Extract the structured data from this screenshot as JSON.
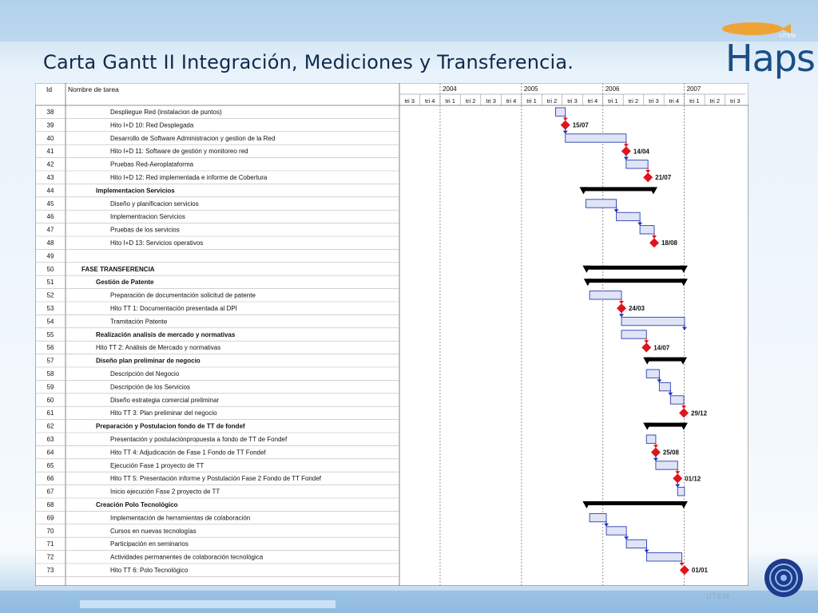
{
  "slide": {
    "title": "Carta Gantt II  Integración, Mediciones  y Transferencia.",
    "logo": "Haps",
    "logo_tag": "UTEM",
    "seal_text": "UTEM"
  },
  "chart_data": {
    "type": "gantt",
    "columns": {
      "id": "Id",
      "name": "Nombre de tarea"
    },
    "years": [
      "2004",
      "2005",
      "2006",
      "2007"
    ],
    "quarter_labels": [
      "tri 3",
      "tri 4",
      "tri 1",
      "tri 2",
      "tri 3",
      "tri 4",
      "tri 1",
      "tri 2",
      "tri 3",
      "tri 4",
      "tri 1",
      "tri 2",
      "tri 3",
      "tri 4",
      "tri 1",
      "tri 2",
      "tri 3"
    ],
    "time_axis": {
      "start": "2003-07-01",
      "end": "2007-10-01"
    },
    "tasks": [
      {
        "id": "38",
        "name": "Despliegue Red (instalacion de puntos)",
        "level": 2,
        "kind": "task",
        "start": "2005-06-01",
        "end": "2005-07-15"
      },
      {
        "id": "39",
        "name": "Hito I+D 10: Red Desplegada",
        "level": 2,
        "kind": "milestone",
        "date": "2005-07-15",
        "label": "15/07"
      },
      {
        "id": "40",
        "name": "Desarrollo de Software Administracion y gestion de la Red",
        "level": 2,
        "kind": "task",
        "start": "2005-07-15",
        "end": "2006-04-14"
      },
      {
        "id": "41",
        "name": "Hito I+D 11: Software de gestión y monitoreo red",
        "level": 2,
        "kind": "milestone",
        "date": "2006-04-14",
        "label": "14/04"
      },
      {
        "id": "42",
        "name": "Pruebas Red-Aeroplataforma",
        "level": 2,
        "kind": "task",
        "start": "2006-04-14",
        "end": "2006-07-21"
      },
      {
        "id": "43",
        "name": "Hito I+D 12: Red implementada e informe de Cobertura",
        "level": 2,
        "kind": "milestone",
        "date": "2006-07-21",
        "label": "21/07"
      },
      {
        "id": "44",
        "name": "Implementacion Servicios",
        "level": 1,
        "kind": "summary",
        "start": "2005-10-01",
        "end": "2006-08-18"
      },
      {
        "id": "45",
        "name": "Diseño y planificacion servicios",
        "level": 2,
        "kind": "task",
        "start": "2005-10-15",
        "end": "2006-03-01"
      },
      {
        "id": "46",
        "name": "Implementracion Servicios",
        "level": 2,
        "kind": "task",
        "start": "2006-03-01",
        "end": "2006-06-15"
      },
      {
        "id": "47",
        "name": "Pruebas de los servicios",
        "level": 2,
        "kind": "task",
        "start": "2006-06-15",
        "end": "2006-08-18"
      },
      {
        "id": "48",
        "name": "Hito I+D 13: Servicios operativos",
        "level": 2,
        "kind": "milestone",
        "date": "2006-08-18",
        "label": "18/08"
      },
      {
        "id": "49",
        "name": "",
        "level": 0,
        "kind": "none"
      },
      {
        "id": "50",
        "name": "FASE TRANSFERENCIA",
        "level": 0,
        "kind": "summary",
        "start": "2005-10-15",
        "end": "2007-01-01"
      },
      {
        "id": "51",
        "name": "Gestión de Patente",
        "level": 1,
        "kind": "summary",
        "start": "2005-10-20",
        "end": "2007-01-01"
      },
      {
        "id": "52",
        "name": "Preparación de documentación solicitud de patente",
        "level": 2,
        "kind": "task",
        "start": "2005-11-01",
        "end": "2006-03-24"
      },
      {
        "id": "53",
        "name": "Hito TT 1: Documentación presentada al DPI",
        "level": 2,
        "kind": "milestone",
        "date": "2006-03-24",
        "label": "24/03"
      },
      {
        "id": "54",
        "name": "Tramitación Patente",
        "level": 2,
        "kind": "task",
        "start": "2006-03-24",
        "end": "2007-01-01"
      },
      {
        "id": "55",
        "name": "Realización analisis de mercado y normativas",
        "level": 1,
        "kind": "task",
        "start": "2006-03-24",
        "end": "2006-07-14"
      },
      {
        "id": "56",
        "name": "Hito TT 2: Análisis de Mercado y normativas",
        "level": 1,
        "kind": "milestone",
        "date": "2006-07-14",
        "label": "14/07"
      },
      {
        "id": "57",
        "name": "Diseño plan preliminar de negocio",
        "level": 1,
        "kind": "summary",
        "start": "2006-07-14",
        "end": "2006-12-29"
      },
      {
        "id": "58",
        "name": "Descripción del Negocio",
        "level": 2,
        "kind": "task",
        "start": "2006-07-14",
        "end": "2006-09-10"
      },
      {
        "id": "59",
        "name": "Descripción de los Servicios",
        "level": 2,
        "kind": "task",
        "start": "2006-09-10",
        "end": "2006-10-30"
      },
      {
        "id": "60",
        "name": "Diseño estrategia comercial preliminar",
        "level": 2,
        "kind": "task",
        "start": "2006-10-30",
        "end": "2006-12-29"
      },
      {
        "id": "61",
        "name": "Hito TT 3: Plan preliminar del negocio",
        "level": 2,
        "kind": "milestone",
        "date": "2006-12-29",
        "label": "29/12"
      },
      {
        "id": "62",
        "name": "Preparación y Postulacion fondo de TT de fondef",
        "level": 1,
        "kind": "summary",
        "start": "2006-07-14",
        "end": "2007-01-01"
      },
      {
        "id": "63",
        "name": "Presentación y postulaciónpropuesta a fondo de TT de Fondef",
        "level": 2,
        "kind": "task",
        "start": "2006-07-14",
        "end": "2006-08-25"
      },
      {
        "id": "64",
        "name": "Hito TT 4: Adjudicación de Fase 1 Fondo de TT Fondef",
        "level": 2,
        "kind": "milestone",
        "date": "2006-08-25",
        "label": "25/08"
      },
      {
        "id": "65",
        "name": "Ejecución Fase 1 proyecto de TT",
        "level": 2,
        "kind": "task",
        "start": "2006-08-25",
        "end": "2006-12-01"
      },
      {
        "id": "66",
        "name": "Hito TT 5: Presentación informe y Postulación Fase 2 Fondo de TT Fondef",
        "level": 2,
        "kind": "milestone",
        "date": "2006-12-01",
        "label": "01/12"
      },
      {
        "id": "67",
        "name": "Inicio ejecución Fase 2 proyecto de TT",
        "level": 2,
        "kind": "task",
        "start": "2006-12-01",
        "end": "2007-01-01"
      },
      {
        "id": "68",
        "name": "Creación Polo Tecnológico",
        "level": 1,
        "kind": "summary",
        "start": "2005-10-15",
        "end": "2007-01-01"
      },
      {
        "id": "69",
        "name": "Implementación de herramientas de colaboración",
        "level": 2,
        "kind": "task",
        "start": "2005-11-01",
        "end": "2006-01-15"
      },
      {
        "id": "70",
        "name": "Cursos en nuevas tecnologías",
        "level": 2,
        "kind": "task",
        "start": "2006-01-15",
        "end": "2006-04-15"
      },
      {
        "id": "71",
        "name": "Participación en seminarios",
        "level": 2,
        "kind": "task",
        "start": "2006-04-15",
        "end": "2006-07-15"
      },
      {
        "id": "72",
        "name": "Actividades permanentes de colaboración tecnológica",
        "level": 2,
        "kind": "task",
        "start": "2006-07-15",
        "end": "2006-12-20"
      },
      {
        "id": "73",
        "name": "Hito TT 6: Polo Tecnológico",
        "level": 2,
        "kind": "milestone",
        "date": "2007-01-01",
        "label": "01/01"
      }
    ],
    "colors": {
      "summary": "#000000",
      "task_fill": "#dfe4f7",
      "task_border": "#2b3fae",
      "milestone": "#e0141c",
      "link": "#2030c0",
      "link_alt": "#e0141c"
    }
  }
}
